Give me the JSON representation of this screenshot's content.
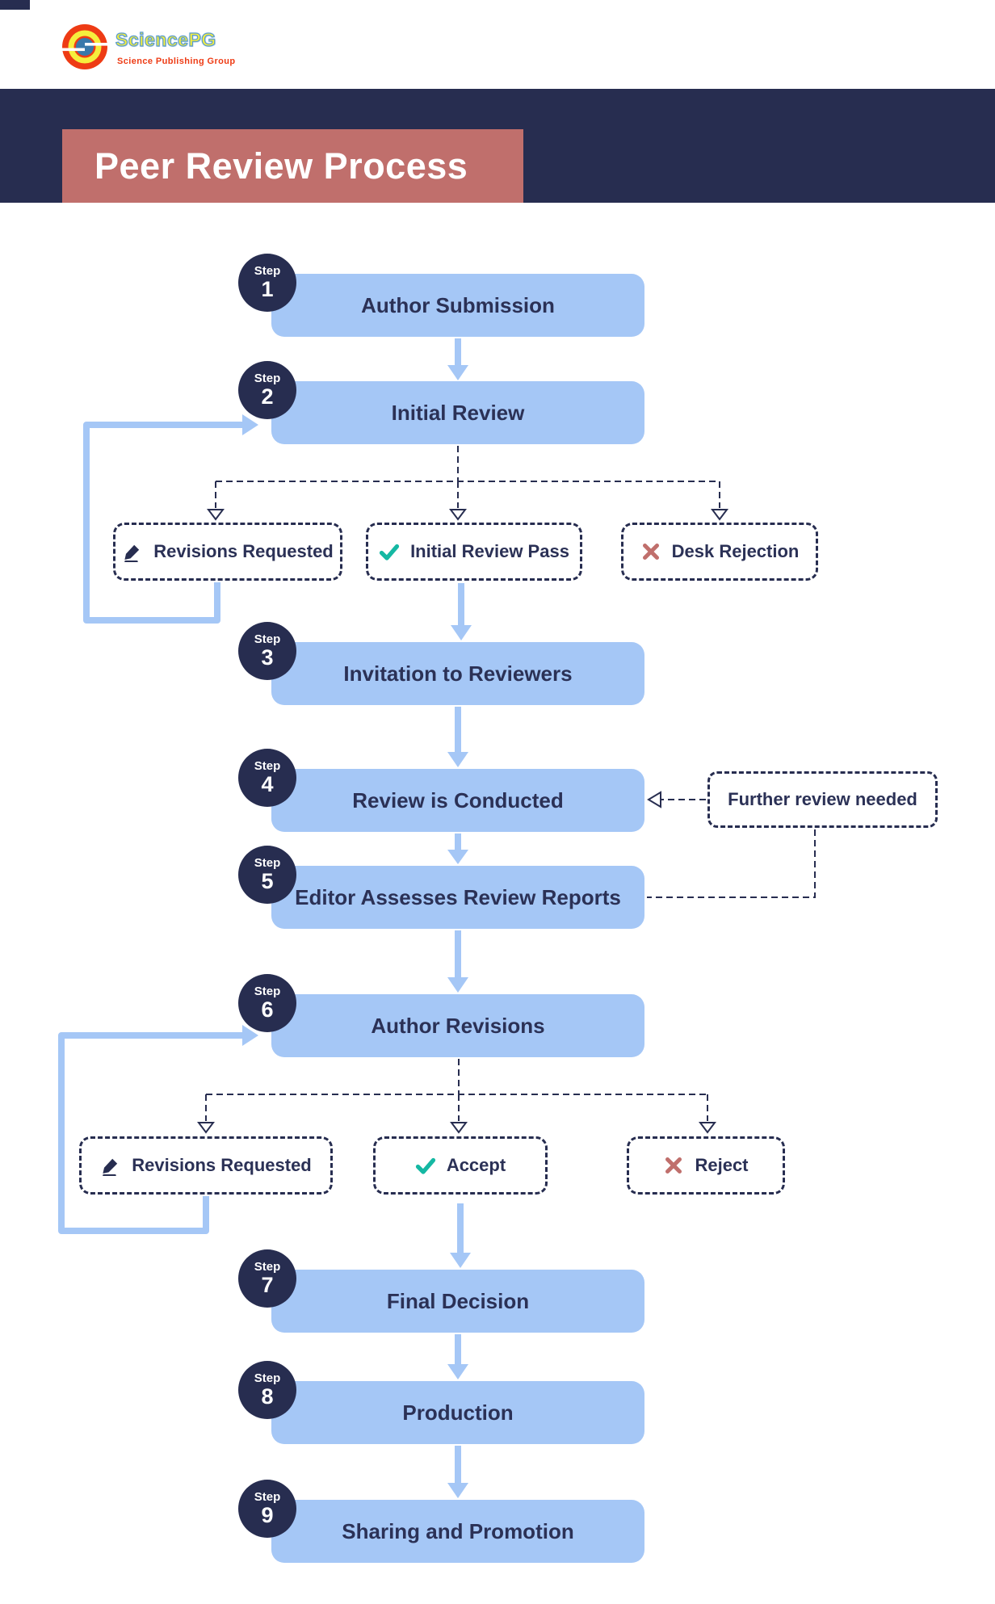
{
  "logo": {
    "name": "SciencePG",
    "subtitle": "Science Publishing Group"
  },
  "banner": {
    "title": "Peer Review Process"
  },
  "labels": {
    "step_word": "Step"
  },
  "steps": [
    {
      "num": "1",
      "label": "Author Submission"
    },
    {
      "num": "2",
      "label": "Initial Review"
    },
    {
      "num": "3",
      "label": "Invitation to Reviewers"
    },
    {
      "num": "4",
      "label": "Review is Conducted"
    },
    {
      "num": "5",
      "label": "Editor Assesses Review Reports"
    },
    {
      "num": "6",
      "label": "Author Revisions"
    },
    {
      "num": "7",
      "label": "Final Decision"
    },
    {
      "num": "8",
      "label": "Production"
    },
    {
      "num": "9",
      "label": "Sharing and Promotion"
    }
  ],
  "branches_after_initial_review": [
    {
      "icon": "pencil-icon",
      "label": "Revisions Requested"
    },
    {
      "icon": "check-icon",
      "label": "Initial Review Pass"
    },
    {
      "icon": "x-icon",
      "label": "Desk Rejection"
    }
  ],
  "branches_after_author_revisions": [
    {
      "icon": "pencil-icon",
      "label": "Revisions Requested"
    },
    {
      "icon": "check-icon",
      "label": "Accept"
    },
    {
      "icon": "x-icon",
      "label": "Reject"
    }
  ],
  "side_note": {
    "label": "Further review needed"
  },
  "colors": {
    "navy": "#272d50",
    "text_navy": "#2b3156",
    "light_blue": "#a5c7f6",
    "mauve": "#c06f6c",
    "teal": "#15b8a3",
    "logo_red": "#ee3b14",
    "logo_yellow": "#f6ee3d",
    "logo_blue": "#3878aa"
  }
}
